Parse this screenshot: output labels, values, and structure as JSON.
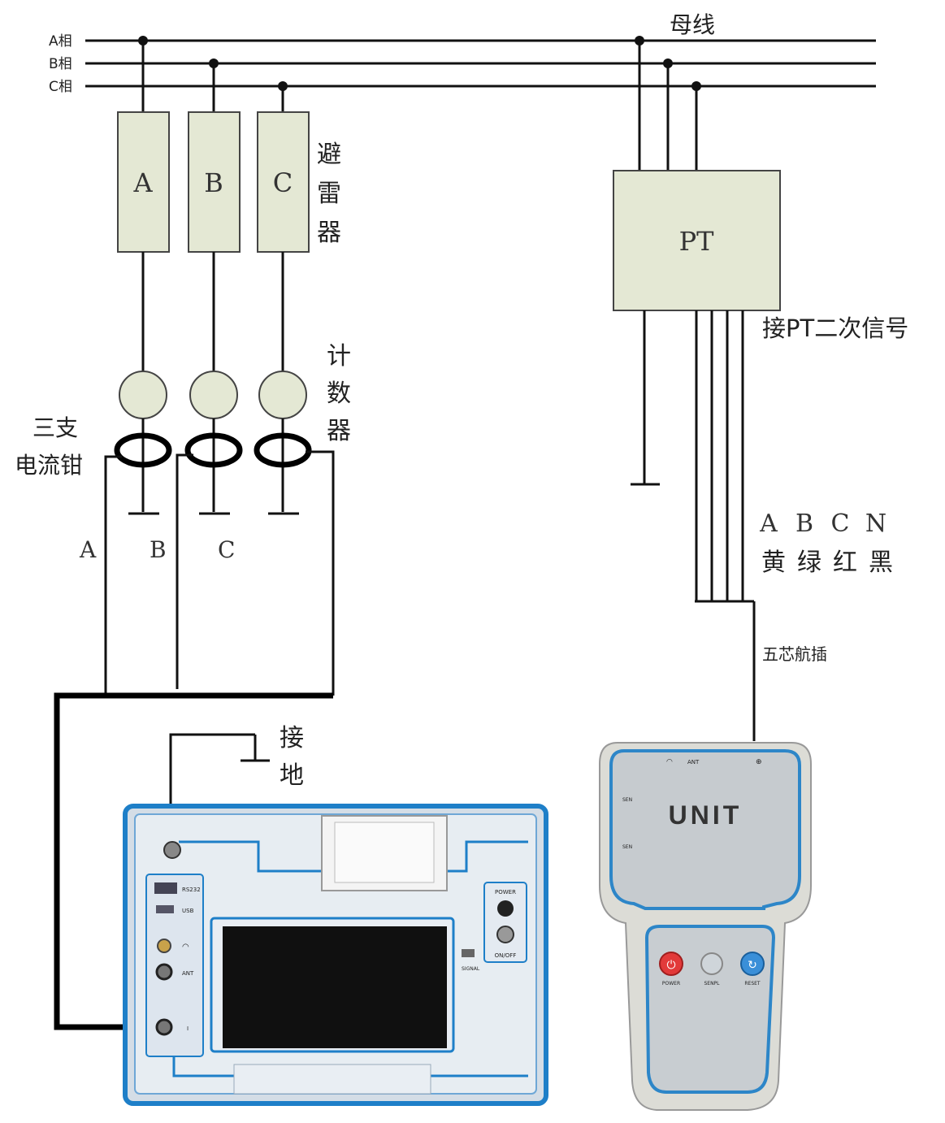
{
  "bus": {
    "label": "母线",
    "phases": [
      "A相",
      "B相",
      "C相"
    ]
  },
  "arresters": {
    "label_chars": [
      "避",
      "雷",
      "器"
    ],
    "units": [
      "A",
      "B",
      "C"
    ]
  },
  "counters": {
    "label_chars": [
      "计",
      "数",
      "器"
    ]
  },
  "clamps": {
    "label_lines": [
      "三支",
      "电流钳"
    ],
    "leads": [
      "A",
      "B",
      "C"
    ]
  },
  "pt": {
    "label": "PT",
    "secondary_label": "接PT二次信号",
    "wire_letters": [
      "A",
      "B",
      "C",
      "N"
    ],
    "wire_colors": [
      "黄",
      "绿",
      "红",
      "黑"
    ],
    "connector_label": "五芯航插"
  },
  "ground": {
    "label_chars": [
      "接",
      "地"
    ]
  },
  "tester": {
    "port_labels": [
      "RS232",
      "USB",
      "",
      "ANT",
      "I"
    ],
    "power_label": "POWER",
    "onoff_label": "ON/OFF",
    "signal_label": "SIGNAL"
  },
  "handheld": {
    "brand": "UNIT",
    "status": [
      "ANT",
      "⊕"
    ],
    "button_labels": [
      "POWER",
      "SENPL",
      "RESET"
    ],
    "side_marks": [
      "SEN",
      "SEN"
    ]
  },
  "colors": {
    "box_fill": "#e4e8d4",
    "panel_blue": "#1e7fc8",
    "power_red": "#e23a3a",
    "reset_blue": "#3a8fd8"
  }
}
